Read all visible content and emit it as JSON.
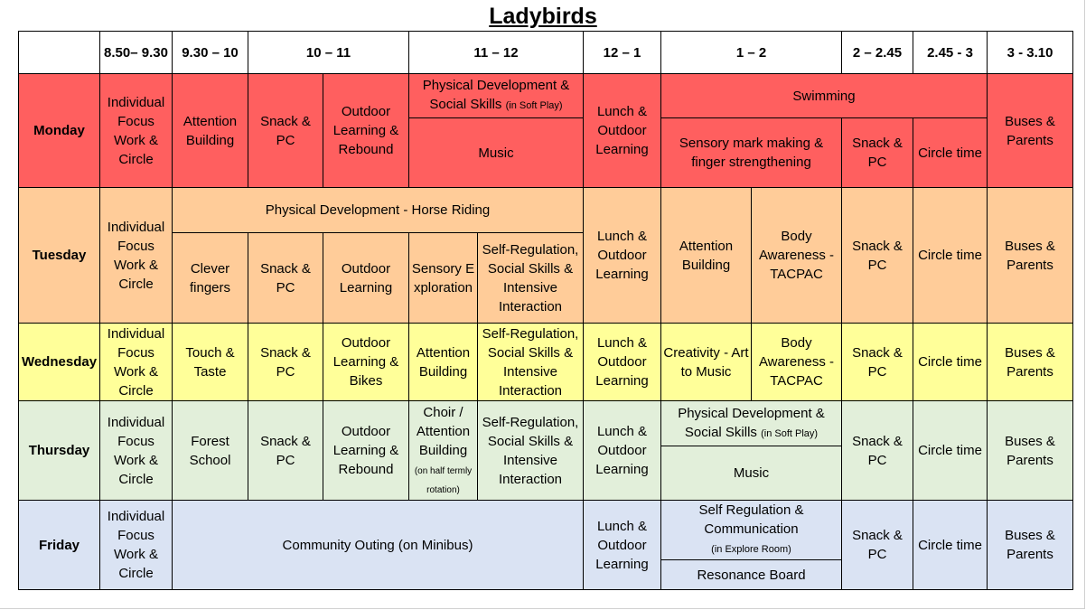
{
  "title": "Ladybirds",
  "headers": [
    "8.50– 9.30",
    "9.30 – 10",
    "10 – 11",
    "11 – 12",
    "12 – 1",
    "1 – 2",
    "2 – 2.45",
    "2.45 - 3",
    "3 - 3.10"
  ],
  "colors": {
    "monday": "#ff5f5f",
    "tuesday": "#ffcc99",
    "wednesday": "#ffff99",
    "thursday": "#e2efda",
    "friday": "#dae3f3"
  },
  "monday": {
    "day": "Monday",
    "individual": "Individual Focus Work & Circle",
    "attention": "Attention Building",
    "snack1": "Snack & PC",
    "outdoor": "Outdoor Learning & Rebound",
    "physdev": "Physical Development & Social Skills",
    "physdev_note": "(in Soft Play)",
    "music": "Music",
    "lunch": "Lunch & Outdoor Learning",
    "swimming": "Swimming",
    "sensory": "Sensory mark making & finger strengthening",
    "snack2": "Snack & PC",
    "circle": "Circle time",
    "buses": "Buses & Parents"
  },
  "tuesday": {
    "day": "Tuesday",
    "individual": "Individual Focus Work & Circle",
    "horse": "Physical Development - Horse Riding",
    "clever": "Clever fingers",
    "snack1": "Snack & PC",
    "outdoor": "Outdoor Learning",
    "sensory": "Sensory Exploration",
    "selfreg": "Self-Regulation, Social Skills & Intensive Interaction",
    "lunch": "Lunch & Outdoor Learning",
    "attention": "Attention Building",
    "body": "Body Awareness - TACPAC",
    "snack2": "Snack & PC",
    "circle": "Circle time",
    "buses": "Buses & Parents"
  },
  "wednesday": {
    "day": "Wednesday",
    "individual": "Individual Focus Work & Circle",
    "touch": "Touch & Taste",
    "snack1": "Snack & PC",
    "outdoor": "Outdoor Learning & Bikes",
    "attention": "Attention Building",
    "selfreg": "Self-Regulation, Social Skills & Intensive Interaction",
    "lunch": "Lunch & Outdoor Learning",
    "creativity": "Creativity - Art to Music",
    "body": "Body Awareness - TACPAC",
    "snack2": "Snack & PC",
    "circle": "Circle time",
    "buses": "Buses & Parents"
  },
  "thursday": {
    "day": "Thursday",
    "individual": "Individual Focus Work & Circle",
    "forest": "Forest School",
    "snack1": "Snack & PC",
    "outdoor": "Outdoor Learning & Rebound",
    "choir": "Choir / Attention Building",
    "choir_note": "(on half termly rotation)",
    "selfreg": "Self-Regulation, Social Skills & Intensive Interaction",
    "lunch": "Lunch & Outdoor Learning",
    "physdev": "Physical Development & Social Skills",
    "physdev_note": "(in Soft Play)",
    "music": "Music",
    "snack2": "Snack & PC",
    "circle": "Circle time",
    "buses": "Buses & Parents"
  },
  "friday": {
    "day": "Friday",
    "individual": "Individual Focus Work & Circle",
    "outing": "Community Outing (on Minibus)",
    "lunch": "Lunch & Outdoor Learning",
    "selfreg": "Self Regulation & Communication",
    "selfreg_note": "(in Explore Room)",
    "resonance": "Resonance Board",
    "snack2": "Snack & PC",
    "circle": "Circle time",
    "buses": "Buses & Parents"
  }
}
